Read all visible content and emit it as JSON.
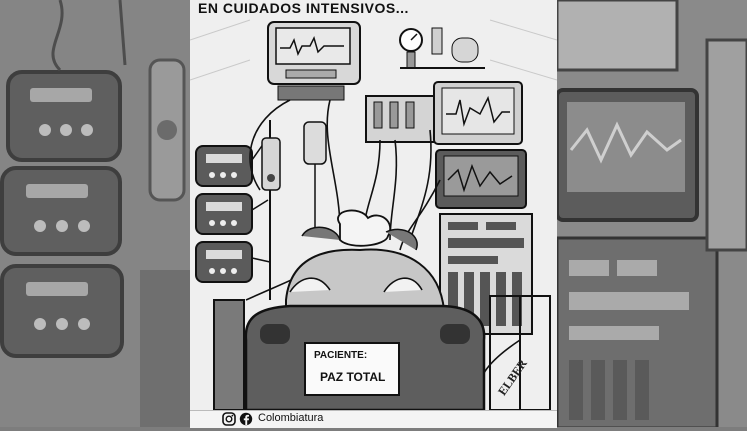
{
  "cartoon": {
    "title": "EN CUIDADOS INTENSIVOS...",
    "sign": {
      "line1": "PACIENTE:",
      "line2": "PAZ TOTAL"
    },
    "signature": "ELBER"
  },
  "caption": {
    "credit": "Colombiatura",
    "icons": [
      "instagram-icon",
      "facebook-icon"
    ]
  },
  "colors": {
    "background": "#7d7d7d",
    "panel": "#efefef",
    "ink": "#111111"
  }
}
